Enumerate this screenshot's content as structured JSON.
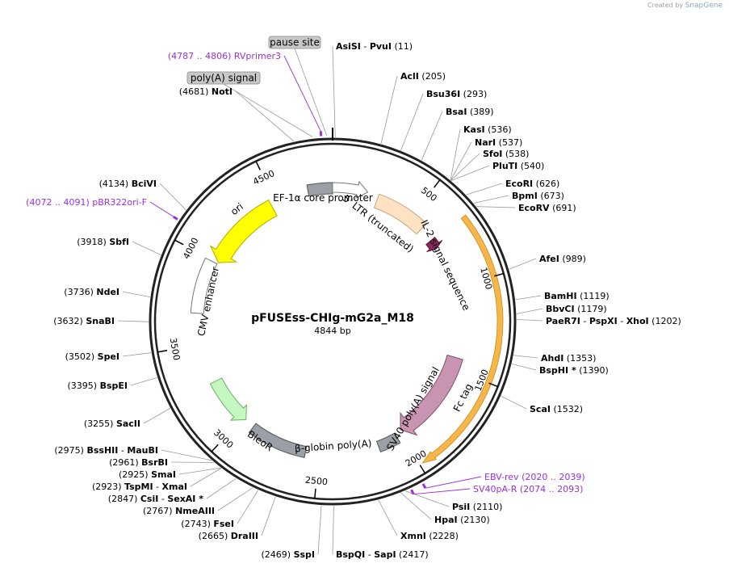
{
  "watermark": {
    "prefix": "Created by",
    "brand": "SnapGene"
  },
  "plasmid": {
    "name": "pFUSEss-CHIg-mG2a_M18",
    "length": 4844,
    "length_label": "4844 bp"
  },
  "colors": {
    "backbone": "#222222",
    "ori": "#ffff00",
    "fc_tag": "#c994b1",
    "il2_signal": "#8b2a5a",
    "ltr": "#fde3c4",
    "bleor": "#c5f7c0",
    "grey_feature": "#9aa0a6",
    "primer": "#9b30d9",
    "orf_highlight": "#f6b64a"
  },
  "ticks": [
    {
      "pos": 500,
      "label": "500"
    },
    {
      "pos": 1000,
      "label": "1000"
    },
    {
      "pos": 1500,
      "label": "1500"
    },
    {
      "pos": 2000,
      "label": "2000"
    },
    {
      "pos": 2500,
      "label": "2500"
    },
    {
      "pos": 3000,
      "label": "3000"
    },
    {
      "pos": 3500,
      "label": "3500"
    },
    {
      "pos": 4000,
      "label": "4000"
    },
    {
      "pos": 4500,
      "label": "4500"
    }
  ],
  "features": [
    {
      "id": "ef1a",
      "label": "EF-1α core promoter",
      "start": 4700,
      "end": 4844,
      "type": "grey"
    },
    {
      "id": "ef1a-arrow",
      "label": "",
      "start": 4844,
      "end": 205,
      "type": "white-arrow"
    },
    {
      "id": "ltr",
      "label": "5' LTR (truncated)",
      "start": 270,
      "end": 590,
      "type": "ltr"
    },
    {
      "id": "il2",
      "label": "IL-2 signal sequence",
      "start": 680,
      "end": 740,
      "type": "il2"
    },
    {
      "id": "fctag",
      "label": "Fc tag",
      "start": 1430,
      "end": 1990,
      "type": "fc"
    },
    {
      "id": "sv40",
      "label": "SV40 poly(A) signal",
      "start": 2030,
      "end": 2150,
      "type": "grey"
    },
    {
      "id": "bglobin",
      "label": "β-globin poly(A)",
      "start": 2580,
      "end": 2920,
      "type": "grey"
    },
    {
      "id": "bleor",
      "label": "BleoR",
      "start": 2980,
      "end": 3270,
      "type": "bleor"
    },
    {
      "id": "cmv",
      "label": "CMV enhancer",
      "start": 3680,
      "end": 3990,
      "type": "white"
    },
    {
      "id": "ori",
      "label": "ori",
      "start": 4000,
      "end": 4470,
      "type": "ori"
    }
  ],
  "top_labels": [
    {
      "text": "pause site",
      "pos": 4820
    },
    {
      "text": "poly(A) signal",
      "pos": 4760
    }
  ],
  "primers": [
    {
      "label": "RVprimer3",
      "range": "(4787 .. 4806)",
      "pos": 4796,
      "side": "left"
    },
    {
      "label": "pBR322ori-F",
      "range": "(4072 .. 4091)",
      "pos": 4082,
      "side": "left"
    },
    {
      "label": "EBV-rev",
      "range": "(2020 .. 2039)",
      "pos": 2030,
      "side": "right"
    },
    {
      "label": "SV40pA-R",
      "range": "(2074 .. 2093)",
      "pos": 2084,
      "side": "right"
    }
  ],
  "sites": [
    {
      "name": "AsiSI",
      "sep": "-",
      "name2": "PvuI",
      "pos": "(11)",
      "at": 11,
      "side": "right"
    },
    {
      "name": "AclI",
      "pos": "(205)",
      "at": 205,
      "side": "right"
    },
    {
      "name": "Bsu36I",
      "pos": "(293)",
      "at": 293,
      "side": "right"
    },
    {
      "name": "BsaI",
      "pos": "(389)",
      "at": 389,
      "side": "right"
    },
    {
      "name": "KasI",
      "pos": "(536)",
      "at": 536,
      "side": "right"
    },
    {
      "name": "NarI",
      "pos": "(537)",
      "at": 537,
      "side": "right"
    },
    {
      "name": "SfoI",
      "pos": "(538)",
      "at": 538,
      "side": "right"
    },
    {
      "name": "PluTI",
      "pos": "(540)",
      "at": 540,
      "side": "right"
    },
    {
      "name": "EcoRI",
      "pos": "(626)",
      "at": 626,
      "side": "right"
    },
    {
      "name": "BpmI",
      "pos": "(673)",
      "at": 673,
      "side": "right"
    },
    {
      "name": "EcoRV",
      "pos": "(691)",
      "at": 691,
      "side": "right"
    },
    {
      "name": "AfeI",
      "pos": "(989)",
      "at": 989,
      "side": "right"
    },
    {
      "name": "BamHI",
      "pos": "(1119)",
      "at": 1119,
      "side": "right"
    },
    {
      "name": "BbvCI",
      "pos": "(1179)",
      "at": 1179,
      "side": "right"
    },
    {
      "name": "PaeR7I",
      "sep": "-",
      "name2": "PspXI",
      "sep2": "-",
      "name3": "XhoI",
      "pos": "(1202)",
      "at": 1202,
      "side": "right"
    },
    {
      "name": "AhdI",
      "pos": "(1353)",
      "at": 1353,
      "side": "right"
    },
    {
      "name": "BspHI",
      "star": "*",
      "pos": "(1390)",
      "at": 1390,
      "side": "right"
    },
    {
      "name": "ScaI",
      "pos": "(1532)",
      "at": 1532,
      "side": "right"
    },
    {
      "name": "PsiI",
      "pos": "(2110)",
      "at": 2110,
      "side": "right"
    },
    {
      "name": "HpaI",
      "pos": "(2130)",
      "at": 2130,
      "side": "right"
    },
    {
      "name": "XmnI",
      "pos": "(2228)",
      "at": 2228,
      "side": "right"
    },
    {
      "name": "BspQI",
      "sep": "-",
      "name2": "SapI",
      "pos": "(2417)",
      "at": 2417,
      "side": "right"
    },
    {
      "name": "SspI",
      "pos": "(2469)",
      "at": 2469,
      "side": "left"
    },
    {
      "name": "DraIII",
      "pos": "(2665)",
      "at": 2665,
      "side": "left"
    },
    {
      "name": "FseI",
      "pos": "(2743)",
      "at": 2743,
      "side": "left"
    },
    {
      "name": "NmeAIII",
      "pos": "(2767)",
      "at": 2767,
      "side": "left"
    },
    {
      "name": "CsiI",
      "sep": "-",
      "name2": "SexAI",
      "star": "*",
      "pos": "(2847)",
      "at": 2847,
      "side": "left"
    },
    {
      "name": "TspMI",
      "sep": "-",
      "name2": "XmaI",
      "pos": "(2923)",
      "at": 2923,
      "side": "left"
    },
    {
      "name": "SmaI",
      "pos": "(2925)",
      "at": 2925,
      "side": "left"
    },
    {
      "name": "BsrBI",
      "pos": "(2961)",
      "at": 2961,
      "side": "left"
    },
    {
      "name": "BssHII",
      "sep": "-",
      "name2": "MauBI",
      "pos": "(2975)",
      "at": 2975,
      "side": "left"
    },
    {
      "name": "SacII",
      "pos": "(3255)",
      "at": 3255,
      "side": "left"
    },
    {
      "name": "BspEI",
      "pos": "(3395)",
      "at": 3395,
      "side": "left"
    },
    {
      "name": "SpeI",
      "pos": "(3502)",
      "at": 3502,
      "side": "left"
    },
    {
      "name": "SnaBI",
      "pos": "(3632)",
      "at": 3632,
      "side": "left"
    },
    {
      "name": "NdeI",
      "pos": "(3736)",
      "at": 3736,
      "side": "left"
    },
    {
      "name": "SbfI",
      "pos": "(3918)",
      "at": 3918,
      "side": "left"
    },
    {
      "name": "BciVI",
      "pos": "(4134)",
      "at": 4134,
      "side": "left"
    },
    {
      "name": "NotI",
      "pos": "(4681)",
      "at": 4681,
      "side": "left"
    }
  ]
}
